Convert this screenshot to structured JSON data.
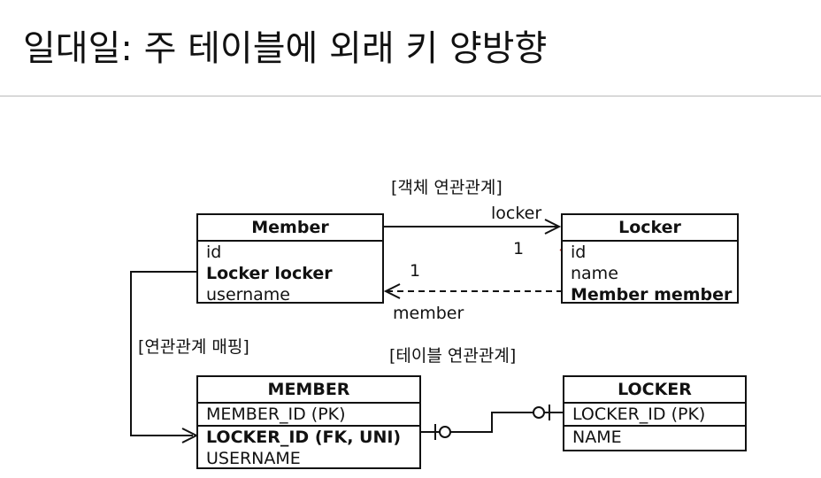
{
  "title": "일대일: 주 테이블에 외래 키 양방향",
  "object_section_label": "[객체 연관관계]",
  "table_section_label": "[테이블 연관관계]",
  "mapping_label": "[연관관계 매핑]",
  "member_class": {
    "name": "Member",
    "fields": [
      "id",
      "Locker locker",
      "username"
    ]
  },
  "locker_class": {
    "name": "Locker",
    "fields": [
      "id",
      "name",
      "Member member"
    ]
  },
  "assoc_member_to_locker": {
    "role": "locker",
    "multiplicity": "1"
  },
  "assoc_locker_to_member": {
    "role": "member",
    "multiplicity": "1"
  },
  "member_table": {
    "name": "MEMBER",
    "columns": [
      "MEMBER_ID (PK)",
      "LOCKER_ID (FK, UNI)",
      "USERNAME"
    ]
  },
  "locker_table": {
    "name": "LOCKER",
    "columns": [
      "LOCKER_ID (PK)",
      "NAME"
    ]
  }
}
